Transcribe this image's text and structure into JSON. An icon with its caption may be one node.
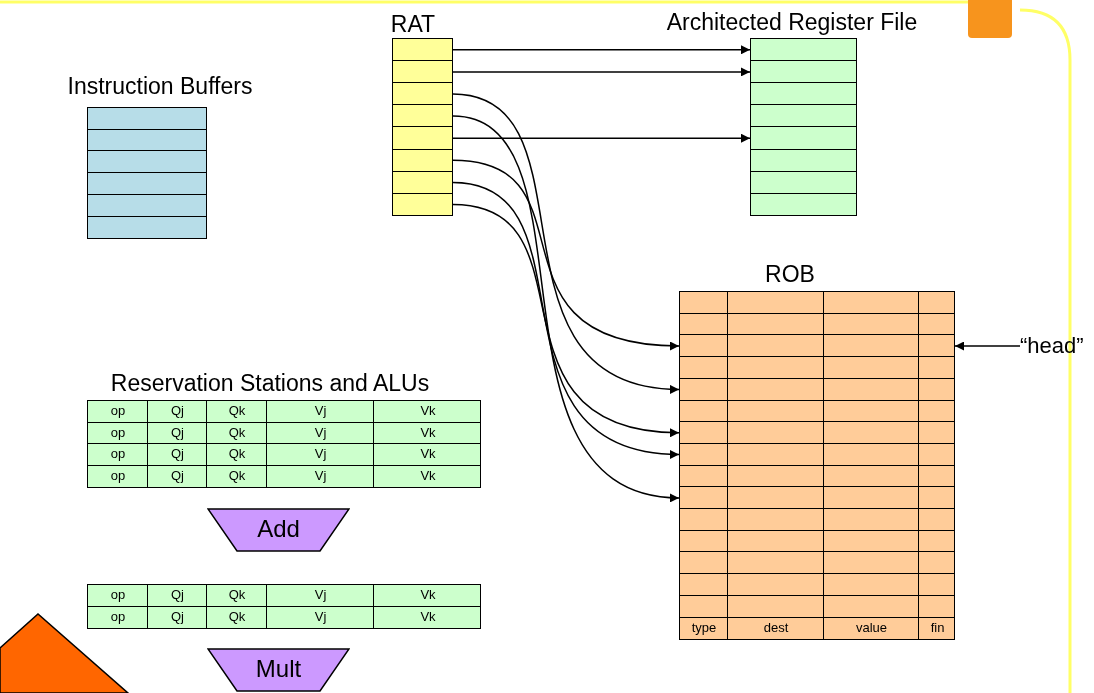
{
  "diagram": {
    "nodes": [
      {
        "text": [
          "RAT"
        ]
      },
      {
        "text": [],
        "shape": "box",
        "in": 0
      },
      {
        "text": [],
        "shape": "box",
        "in": 0
      },
      {
        "text": [],
        "shape": "box",
        "in": 0
      },
      {
        "text": [],
        "shape": "box",
        "in": 0
      },
      {
        "text": [],
        "shape": "box",
        "in": 0
      },
      {
        "text": [],
        "shape": "box",
        "in": 0
      },
      {
        "text": [],
        "shape": "box",
        "in": 0
      },
      {
        "text": [],
        "shape": "box",
        "in": 0
      },
      {
        "text": [
          "Architected Register File"
        ]
      },
      {
        "text": [],
        "shape": "box",
        "in": 9
      },
      {
        "text": [],
        "shape": "box",
        "in": 9
      },
      {
        "text": [],
        "shape": "box",
        "in": 9
      },
      {
        "text": [],
        "shape": "box",
        "in": 9
      },
      {
        "text": [],
        "shape": "box",
        "in": 9
      },
      {
        "text": [],
        "shape": "box",
        "in": 9
      },
      {
        "text": [],
        "shape": "box",
        "in": 9
      },
      {
        "text": [],
        "shape": "box",
        "in": 9
      },
      {
        "text": [
          "Instruction Buffers"
        ]
      },
      {
        "text": [],
        "shape": "box",
        "in": 18
      },
      {
        "text": [],
        "shape": "box",
        "in": 18
      },
      {
        "text": [],
        "shape": "box",
        "in": 18
      },
      {
        "text": [],
        "shape": "box",
        "in": 18
      },
      {
        "text": [],
        "shape": "box",
        "in": 18
      },
      {
        "text": [],
        "shape": "box",
        "in": 18
      },
      {
        "text": [
          "ROB"
        ]
      },
      {
        "text": [],
        "shape": "box",
        "in": 25
      },
      {
        "text": [],
        "shape": "box",
        "in": 25
      },
      {
        "text": [],
        "shape": "box",
        "in": 25
      },
      {
        "text": [],
        "shape": "box",
        "in": 25
      },
      {
        "text": [],
        "shape": "box",
        "in": 25
      },
      {
        "text": [],
        "shape": "box",
        "in": 25
      },
      {
        "text": [],
        "shape": "box",
        "in": 25
      },
      {
        "text": [],
        "shape": "box",
        "in": 25
      },
      {
        "text": [],
        "shape": "box",
        "in": 25
      },
      {
        "text": [],
        "shape": "box",
        "in": 25
      },
      {
        "text": [],
        "shape": "box",
        "in": 25
      },
      {
        "text": [],
        "shape": "box",
        "in": 25
      },
      {
        "text": [],
        "shape": "box",
        "in": 25
      },
      {
        "text": [],
        "shape": "box",
        "in": 25
      },
      {
        "text": [],
        "shape": "box",
        "in": 25
      },
      {
        "text": [
          "type",
          "dest",
          "value",
          "fin"
        ],
        "in": 25
      },
      {
        "text": [
          "“head”"
        ]
      },
      {
        "text": [
          "op",
          "Qj",
          "Qk",
          "Vj",
          "Vk"
        ]
      },
      {
        "text": [
          "op",
          "Qj",
          "Qk",
          "Vj",
          "Vk"
        ]
      },
      {
        "text": [
          "op",
          "Qj",
          "Qk",
          "Vj",
          "Vk"
        ]
      },
      {
        "text": [
          "op",
          "Qj",
          "Qk",
          "Vj",
          "Vk"
        ]
      },
      {
        "text": [
          "Add"
        ]
      },
      {
        "text": [
          "op",
          "Qj",
          "Qk",
          "Vj",
          "Vk"
        ]
      },
      {
        "text": [
          "op",
          "Qj",
          "Qk",
          "Vj",
          "Vk"
        ]
      },
      {
        "text": [
          "Mult"
        ]
      }
    ],
    "edges": [
      {
        "from": 1,
        "to": 10,
        "arrow": "to"
      },
      {
        "from": 2,
        "to": 11,
        "arrow": "to"
      },
      {
        "from": 3,
        "to": 30,
        "arrow": "to"
      },
      {
        "from": 4,
        "to": 35,
        "arrow": "to"
      },
      {
        "from": 5,
        "to": 14,
        "arrow": "to"
      },
      {
        "from": 6,
        "to": 28,
        "arrow": "to"
      },
      {
        "from": 7,
        "to": 33,
        "arrow": "to"
      },
      {
        "from": 8,
        "to": 32,
        "arrow": "to"
      },
      {
        "from": 42,
        "to": 28,
        "arrow": "to"
      }
    ],
    "labels": [
      "Reservation Stations and ALUs"
    ]
  }
}
